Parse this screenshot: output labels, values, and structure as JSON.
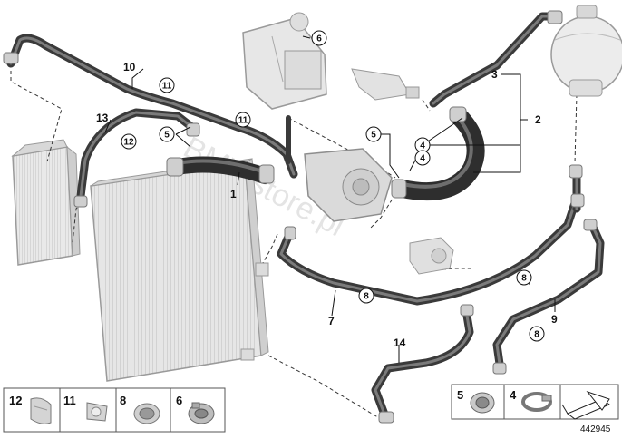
{
  "watermark": "BMWstore.pl",
  "diagram_id": "442945",
  "callouts": {
    "c1": "1",
    "c2": "2",
    "c3": "3",
    "c4a": "4",
    "c4b": "4",
    "c5a": "5",
    "c5b": "5",
    "c6": "6",
    "c7": "7",
    "c8a": "8",
    "c8b": "8",
    "c8c": "8",
    "c9": "9",
    "c10": "10",
    "c11a": "11",
    "c11b": "11",
    "c12": "12",
    "c13": "13",
    "c14": "14"
  },
  "legend_left": [
    {
      "number": "12",
      "icon": "clip-12-icon"
    },
    {
      "number": "11",
      "icon": "clip-11-icon"
    },
    {
      "number": "8",
      "icon": "hose-clamp-8-icon"
    },
    {
      "number": "6",
      "icon": "hose-clamp-6-icon"
    }
  ],
  "legend_right": [
    {
      "number": "5",
      "icon": "spring-clamp-5-icon"
    },
    {
      "number": "4",
      "icon": "band-clamp-4-icon"
    },
    {
      "number": "",
      "icon": "arrow-symbol-icon"
    }
  ]
}
